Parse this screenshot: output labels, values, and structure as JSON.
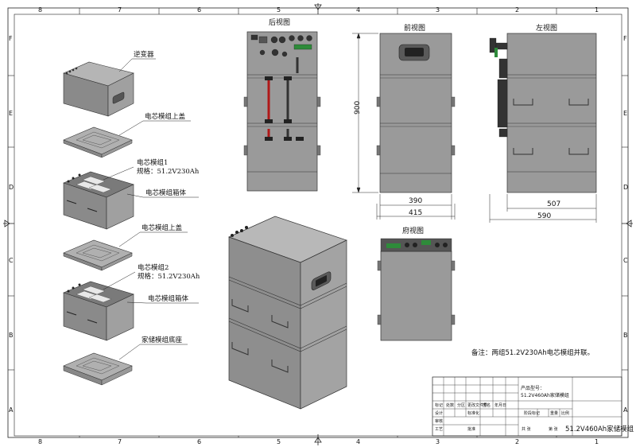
{
  "grid": {
    "columns": [
      "8",
      "7",
      "6",
      "5",
      "4",
      "3",
      "2",
      "1"
    ],
    "rows": [
      "F",
      "E",
      "D",
      "C",
      "B",
      "A"
    ]
  },
  "views": {
    "rear": "后视图",
    "front": "前视图",
    "left": "左视图",
    "top": "府视图"
  },
  "dimensions": {
    "height": "900",
    "front_inner_width": "390",
    "front_outer_width": "415",
    "left_inner_width": "507",
    "left_outer_width": "590"
  },
  "exploded_labels": {
    "inverter": "逆变器",
    "cover1": "电芯模组上盖",
    "module1_name": "电芯模组1",
    "module1_spec": "规格：51.2V230Ah",
    "box1": "电芯模组箱体",
    "cover2": "电芯模组上盖",
    "module2_name": "电芯模组2",
    "module2_spec": "规格：51.2V230Ah",
    "box2": "电芯模组箱体",
    "base": "家储模组底座"
  },
  "note": "备注：两组51.2V230Ah电芯模组并联。",
  "title_block": {
    "product_label": "产品型号：",
    "product_name": "51.2V460Ah家储模组",
    "footer_name": "51.2V460Ah家储模组",
    "cells": [
      "标记",
      "处数",
      "分区",
      "更改文件号",
      "签名",
      "年月日",
      "阶段标记",
      "重量",
      "比例",
      "设计",
      "标准化",
      "审核",
      "工艺",
      "批准",
      "共 张",
      "第 张"
    ]
  },
  "colors": {
    "body_fill": "#9a9a9a",
    "body_dark": "#6e6e6e",
    "body_light": "#b8b8b8",
    "cable_red": "#b01818",
    "connector_green": "#2e8b3a",
    "line": "#222222"
  }
}
